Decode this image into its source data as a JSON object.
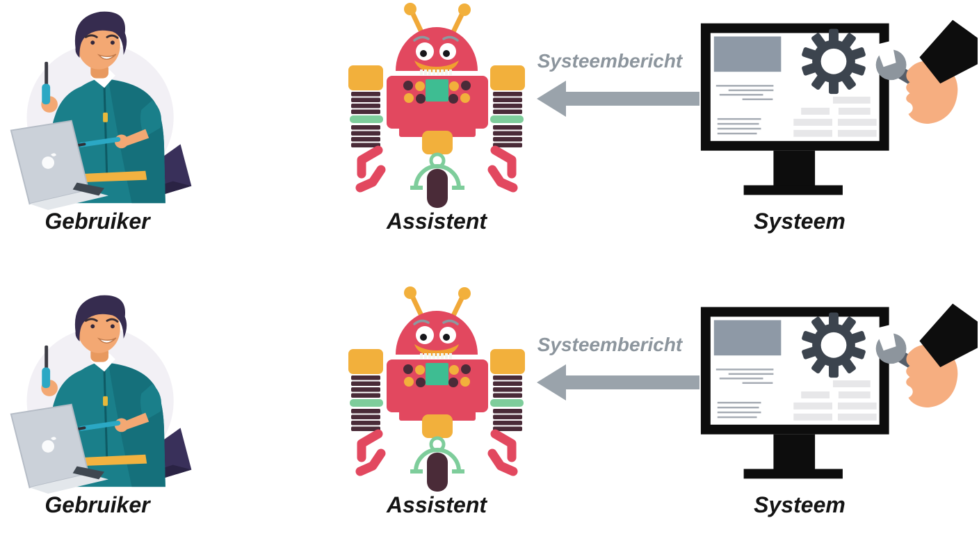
{
  "palette": {
    "background": "#FFFFFF",
    "label_color": "#141414",
    "message_text_color": "#8C959D",
    "arrow_color": "#9AA3AB",
    "robot_pink": "#E2485F",
    "robot_yellow": "#F2B03C",
    "robot_dark_maroon": "#4A2B38",
    "robot_green": "#7ECD9B",
    "robot_panel_teal": "#3EBD92",
    "user_shirt_teal": "#1A7F8A",
    "skin_tone": "#F3A873",
    "monitor_frame_black": "#0D0D0D",
    "gear_gray": "#3C444E",
    "hand_skin": "#F6AE80"
  },
  "icons": {
    "user": "user-at-desk-illustration",
    "assistant": "robot-illustration",
    "system": "monitor-gear-wrench-illustration",
    "message_arrow": "arrow-left"
  },
  "rows": [
    {
      "user_label": "Gebruiker",
      "assistant_label": "Assistent",
      "system_label": "Systeem",
      "message_label": "Systeembericht",
      "message_direction": "system-to-assistant"
    },
    {
      "user_label": "Gebruiker",
      "assistant_label": "Assistent",
      "system_label": "Systeem",
      "message_label": "Systeembericht",
      "message_direction": "system-to-assistant"
    }
  ]
}
